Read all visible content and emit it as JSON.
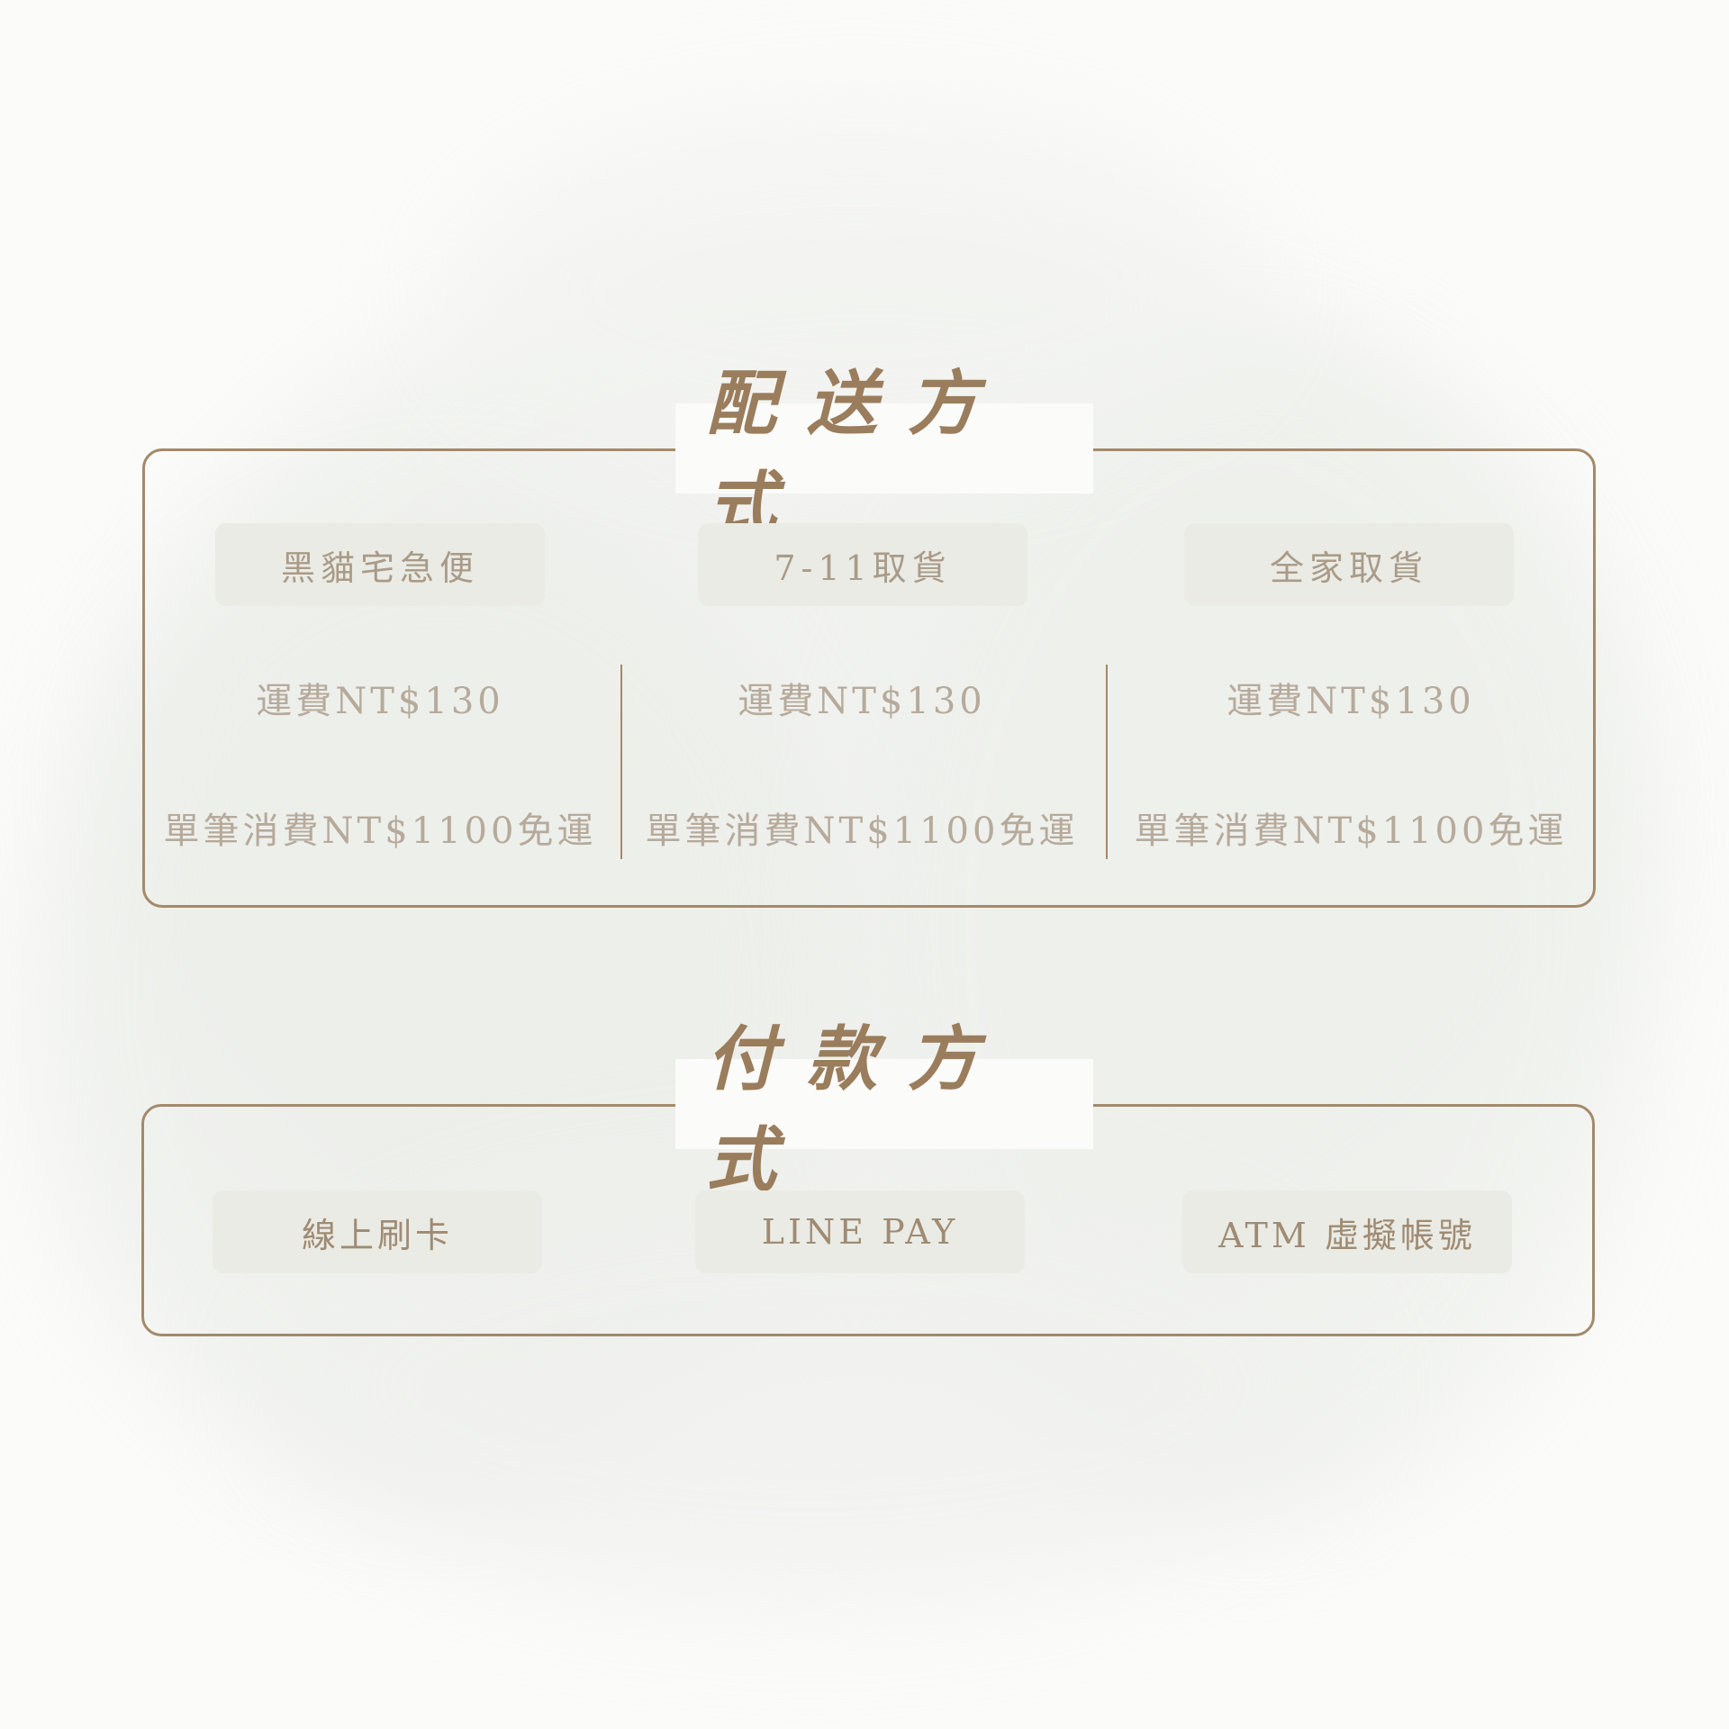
{
  "delivery": {
    "title": "配送方式",
    "options": [
      {
        "name": "黑貓宅急便",
        "shipping_fee": "運費NT$130",
        "free_shipping": "單筆消費NT$1100免運"
      },
      {
        "name": "7-11取貨",
        "shipping_fee": "運費NT$130",
        "free_shipping": "單筆消費NT$1100免運"
      },
      {
        "name": "全家取貨",
        "shipping_fee": "運費NT$130",
        "free_shipping": "單筆消費NT$1100免運"
      }
    ]
  },
  "payment": {
    "title": "付款方式",
    "options": [
      "線上刷卡",
      "LINE PAY",
      "ATM 虛擬帳號"
    ]
  },
  "colors": {
    "border": "#a38a6b",
    "title": "#9a7d5c",
    "pill_bg": "#eaebe4",
    "text": "#b6aa9b"
  }
}
